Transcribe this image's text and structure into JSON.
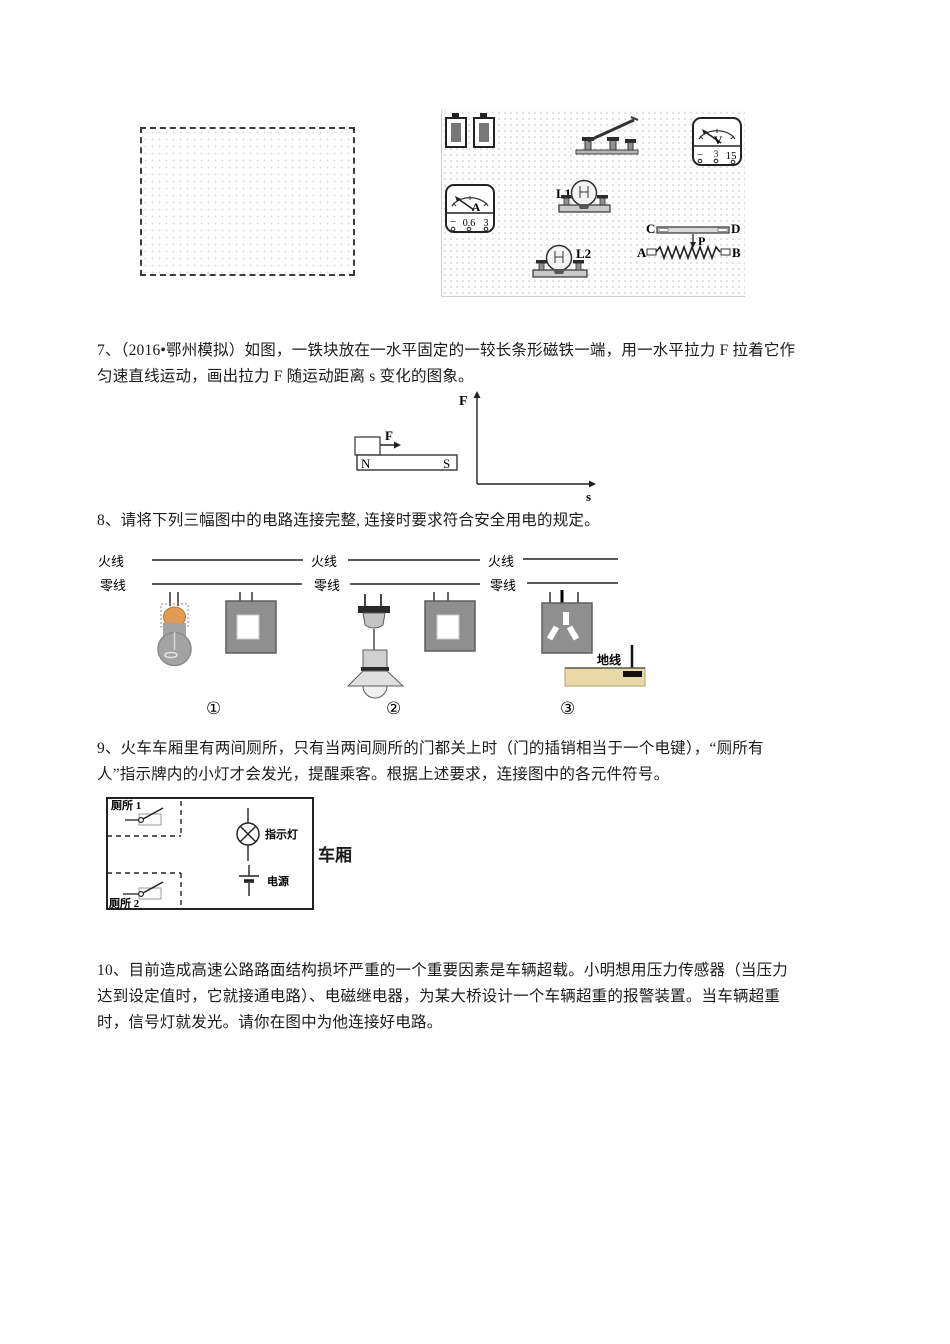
{
  "panel": {
    "voltmeter_label": "V",
    "voltmeter_minus": "−",
    "voltmeter_s1": "3",
    "voltmeter_s2": "15",
    "ammeter_label": "A",
    "ammeter_minus": "−",
    "ammeter_s1": "0.6",
    "ammeter_s2": "3",
    "lamp1": "L1",
    "lamp2": "L2",
    "rheo_c": "C",
    "rheo_d": "D",
    "rheo_p": "P",
    "rheo_a": "A",
    "rheo_b": "B"
  },
  "q7": {
    "text": "7、（2016•鄂州模拟）如图，一铁块放在一水平固定的一较长条形磁铁一端，用一水平拉力 F 拉着它作\n匀速直线运动，画出拉力 F 随运动距离 s 变化的图象。",
    "fig": {
      "f_axis": "F",
      "s_axis": "s",
      "force": "F",
      "pole_n": "N",
      "pole_s": "S"
    }
  },
  "q8": {
    "text": "8、请将下列三幅图中的电路连接完整, 连接时要求符合安全用电的规定。",
    "live": "火线",
    "neutral": "零线",
    "ground": "地线",
    "n1": "①",
    "n2": "②",
    "n3": "③"
  },
  "q9": {
    "text": "9、火车车厢里有两间厕所，只有当两间厕所的门都关上时（门的插销相当于一个电键），“厕所有\n人”指示牌内的小灯才会发光，提醒乘客。根据上述要求，连接图中的各元件符号。",
    "toilet1": "厕所 1",
    "toilet2": "厕所 2",
    "lamp": "指示灯",
    "power": "电源",
    "carriage": "车厢"
  },
  "q10": {
    "text": "10、目前造成高速公路路面结构损坏严重的一个重要因素是车辆超载。小明想用压力传感器（当压力\n达到设定值时，它就接通电路）、电磁继电器，为某大桥设计一个车辆超重的报警装置。当车辆超重\n时，信号灯就发光。请你在图中为他连接好电路。"
  },
  "colors": {
    "bulb_cap": "#e29a54",
    "soil": "#ead9a6",
    "box_gray": "#8f8f8f"
  }
}
